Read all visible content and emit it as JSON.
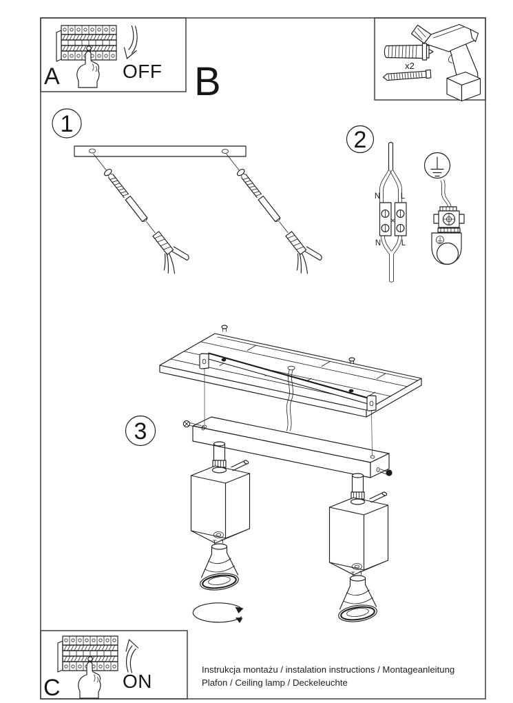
{
  "document": {
    "type": "assembly-instruction-sheet",
    "footer": {
      "line1": "Instrukcja montażu / instalation instructions / Montageanleitung",
      "line2": "Plafon / Ceiling lamp / Deckeleuchte"
    }
  },
  "panels": {
    "a": {
      "label": "A",
      "action": "OFF"
    },
    "b": {
      "label": "B"
    },
    "c": {
      "label": "C",
      "action": "ON"
    },
    "tools": {
      "quantity": "x2",
      "items": [
        "drill-icon",
        "wall-plug-icon",
        "mounting-screw-icon"
      ]
    }
  },
  "steps": {
    "one": "1",
    "two": "2",
    "three": "3"
  },
  "wiring": {
    "top_left": "N",
    "top_right": "L",
    "bottom_left": "N",
    "bottom_right": "L",
    "symbols": [
      "earth-ground-icon",
      "ground-clamp-icon"
    ]
  },
  "colors": {
    "line": "#1c1c1c",
    "frame": "#3d3d3d",
    "background": "#ffffff"
  }
}
